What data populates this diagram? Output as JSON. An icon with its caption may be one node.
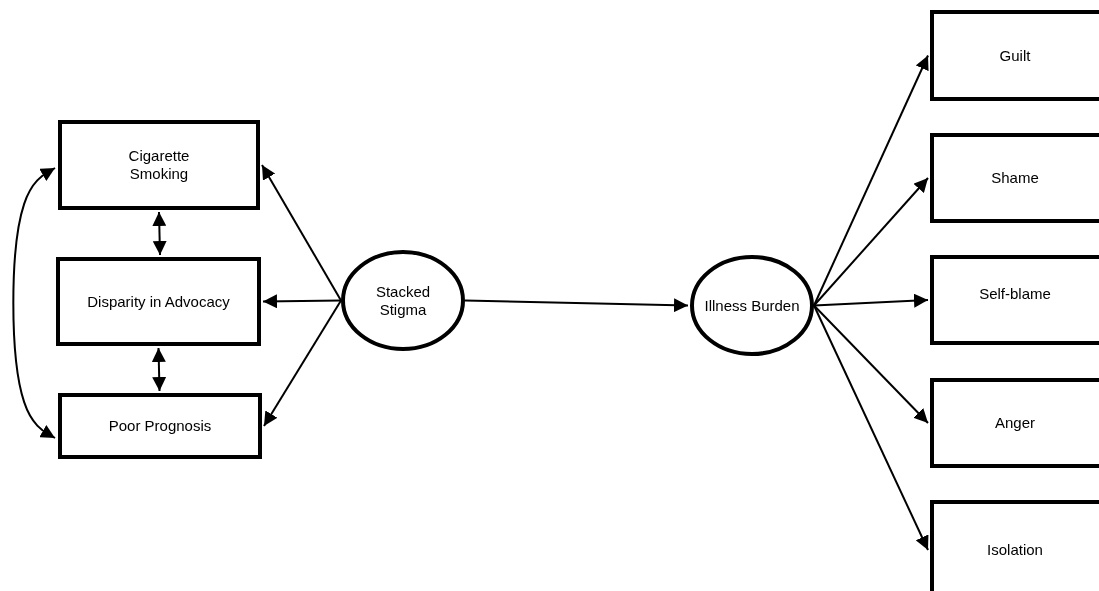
{
  "diagram": {
    "nodes": [
      {
        "text": [
          "Cigarette Smoking"
        ]
      },
      {
        "text": [
          "Disparity in Advocacy"
        ]
      },
      {
        "text": [
          "Poor Prognosis"
        ]
      },
      {
        "text": [
          "Stacked Stigma"
        ]
      },
      {
        "text": [
          "Illness Burden"
        ]
      },
      {
        "text": [
          "Guilt"
        ]
      },
      {
        "text": [
          "Shame"
        ]
      },
      {
        "text": [
          "Self-blame"
        ]
      },
      {
        "text": [
          "Anger"
        ]
      },
      {
        "text": [
          "Isolation"
        ]
      }
    ],
    "edges": [
      {
        "from": 0,
        "to": 1,
        "arrow": "both"
      },
      {
        "from": 1,
        "to": 2,
        "arrow": "both"
      },
      {
        "from": 0,
        "to": 2,
        "arrow": "both"
      },
      {
        "from": 3,
        "to": 0,
        "arrow": "to"
      },
      {
        "from": 3,
        "to": 1,
        "arrow": "to"
      },
      {
        "from": 3,
        "to": 2,
        "arrow": "to"
      },
      {
        "from": 3,
        "to": 4,
        "arrow": "to"
      },
      {
        "from": 4,
        "to": 5,
        "arrow": "to"
      },
      {
        "from": 4,
        "to": 6,
        "arrow": "to"
      },
      {
        "from": 4,
        "to": 7,
        "arrow": "to"
      },
      {
        "from": 4,
        "to": 8,
        "arrow": "to"
      },
      {
        "from": 4,
        "to": 9,
        "arrow": "to"
      }
    ]
  }
}
